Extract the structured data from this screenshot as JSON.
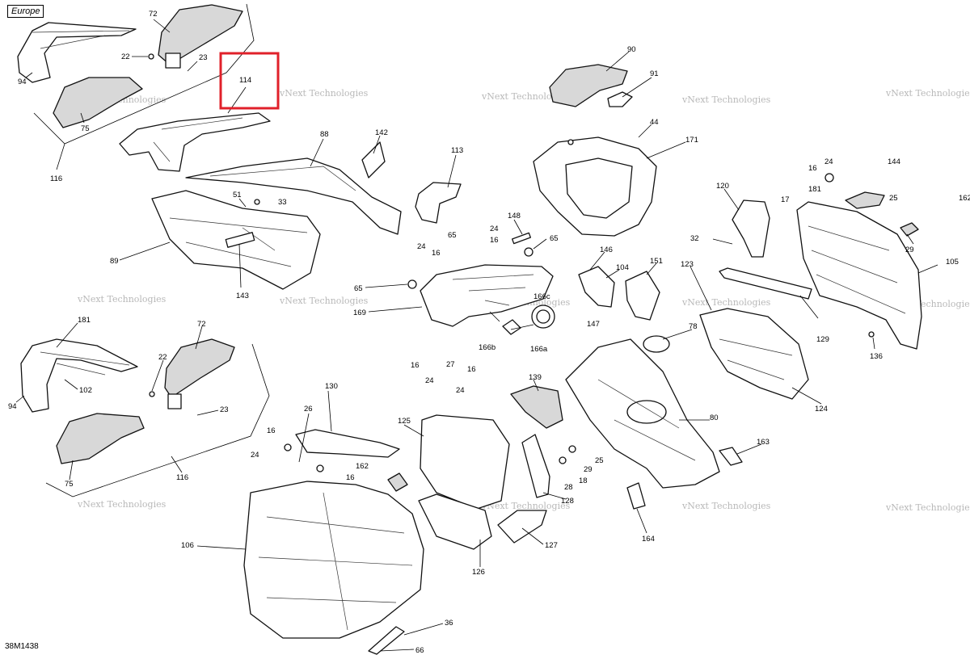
{
  "region_label": "Europe",
  "figure_code": "38M1438",
  "highlight_part": "114",
  "watermark": {
    "line1": "vNext",
    "line2": "Technologies",
    "line_single": "vNext Technologies"
  },
  "callouts": [
    "72",
    "22",
    "23",
    "94",
    "75",
    "116",
    "114",
    "90",
    "91",
    "44",
    "171",
    "142",
    "113",
    "88",
    "51",
    "33",
    "89",
    "143",
    "65",
    "24",
    "16",
    "148",
    "65b",
    "146",
    "104",
    "151",
    "123",
    "181",
    "24b",
    "16b",
    "144",
    "25",
    "120",
    "17",
    "32",
    "162",
    "29",
    "105",
    "129",
    "136",
    "124",
    "65c",
    "169",
    "166c",
    "166b",
    "166a",
    "27",
    "16c",
    "24c",
    "147",
    "78",
    "16d",
    "24d",
    "139",
    "80",
    "130",
    "125",
    "26",
    "16e",
    "24e",
    "162b",
    "16f",
    "28",
    "25b",
    "29b",
    "18",
    "163",
    "128",
    "164",
    "127",
    "126",
    "106",
    "36",
    "66",
    "181b",
    "72b",
    "22b",
    "94b",
    "102",
    "23b",
    "75b",
    "116b"
  ],
  "labels": {
    "c72": "72",
    "c22": "22",
    "c23": "23",
    "c94": "94",
    "c75": "75",
    "c116": "116",
    "c114": "114",
    "c90": "90",
    "c91": "91",
    "c44": "44",
    "c171": "171",
    "c142": "142",
    "c113": "113",
    "c88": "88",
    "c51": "51",
    "c33": "33",
    "c89": "89",
    "c143": "143",
    "c65a": "65",
    "c24a": "24",
    "c16a": "16",
    "c148": "148",
    "c65b": "65",
    "c146": "146",
    "c104": "104",
    "c151": "151",
    "c123": "123",
    "c181a": "181",
    "c24b": "24",
    "c16b": "16",
    "c144": "144",
    "c25a": "25",
    "c120": "120",
    "c17": "17",
    "c32": "32",
    "c162a": "162",
    "c29a": "29",
    "c105": "105",
    "c129": "129",
    "c136": "136",
    "c124": "124",
    "c65c": "65",
    "c169": "169",
    "c166c": "166c",
    "c166b": "166b",
    "c166a": "166a",
    "c27": "27",
    "c16c": "16",
    "c24c": "24",
    "c147": "147",
    "c78": "78",
    "c16d": "16",
    "c24d": "24",
    "c139": "139",
    "c80": "80",
    "c130": "130",
    "c125": "125",
    "c26": "26",
    "c16e": "16",
    "c24e": "24",
    "c162b": "162",
    "c16f": "16",
    "c28": "28",
    "c25b": "25",
    "c29b": "29",
    "c18": "18",
    "c163": "163",
    "c128": "128",
    "c164": "164",
    "c127": "127",
    "c126": "126",
    "c106": "106",
    "c36": "36",
    "c66": "66",
    "c181b": "181",
    "c72b": "72",
    "c22b": "22",
    "c94b": "94",
    "c102": "102",
    "c23b": "23",
    "c75b": "75",
    "c116b": "116"
  },
  "colors": {
    "highlight": "#e0202a",
    "line": "#111111",
    "watermark": "#b8b8b8"
  }
}
